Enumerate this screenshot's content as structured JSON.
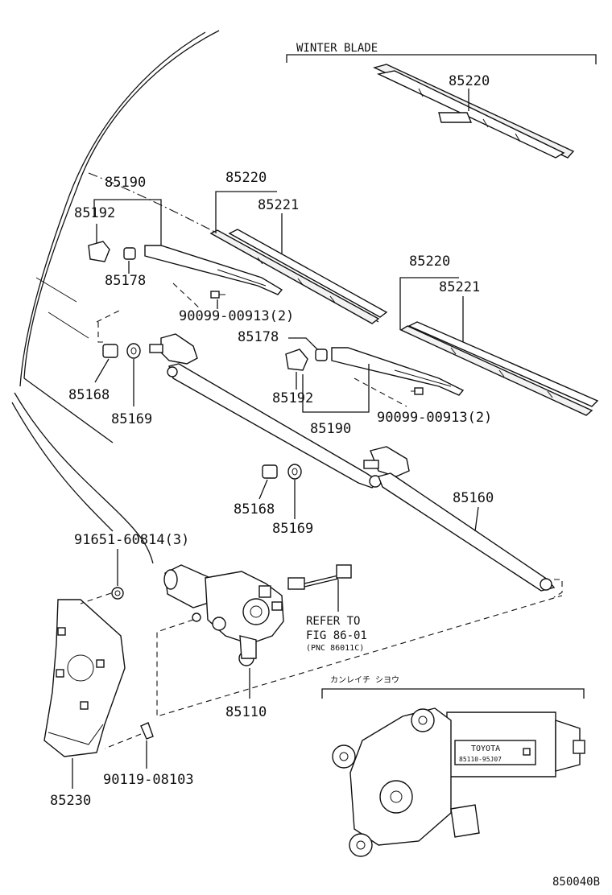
{
  "diagram": {
    "figure_code": "850040B",
    "sections": {
      "winter_blade": "WINTER BLADE",
      "reference_motor": "カンレイチ シヨウ"
    },
    "parts": {
      "p85220_winter": "85220",
      "p85190_left": "85190",
      "p85192_left": "85192",
      "p85178_left": "85178",
      "p85220_left": "85220",
      "p85221_left": "85221",
      "p90099_left": "90099-00913(2)",
      "p85178_right": "85178",
      "p85220_right": "85220",
      "p85221_right": "85221",
      "p85168_upper": "85168",
      "p85169_upper": "85169",
      "p85192_right": "85192",
      "p85190_right": "85190",
      "p90099_right": "90099-00913(2)",
      "p85160": "85160",
      "p85168_lower": "85168",
      "p85169_lower": "85169",
      "p91651": "91651-60814(3)",
      "p85110": "85110",
      "p85230": "85230",
      "p90119": "90119-08103"
    },
    "reference": {
      "line1": "REFER TO",
      "line2": "FIG 86-01",
      "line3": "(PNC 86011C)"
    },
    "motor_plate": {
      "brand": "TOYOTA",
      "number": "85110-95J07"
    }
  }
}
